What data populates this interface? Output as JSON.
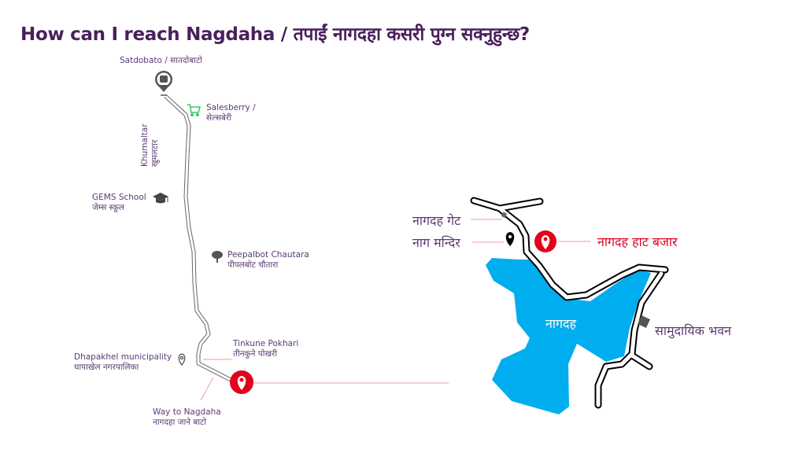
{
  "title": "How can I reach Nagdaha / तपाईं नागदहा कसरी पुग्न सक्नुहुन्छ?",
  "route_map": {
    "satdobato": "Satdobato / सातदोबाटो",
    "salesberry_en": "Salesberry /",
    "salesberry_ne": "सेल्सबेरी",
    "khumaltar_en": "Khumaltar",
    "khumaltar_ne": "खुमलटार",
    "gems_en": "GEMS School",
    "gems_ne": "जेम्स स्कूल",
    "peepalbot_en": "Peepalbot Chautara",
    "peepalbot_ne": "पीपलबोट चौतारा",
    "tinkune_en": "Tinkune Pokhari",
    "tinkune_ne": "तीनकुने पोखरी",
    "dhapakhel_en": "Dhapakhel municipality",
    "dhapakhel_ne": "धापाखेल नगरपालिका",
    "way_en": "Way to Nagdaha",
    "way_ne": "नागदहा जाने बाटो"
  },
  "detail_map": {
    "gate": "नागदह गेट",
    "temple": "नाग मन्दिर",
    "haat_bazar": "नागदह  हाट बजार",
    "lake": "नागदह",
    "community_hall": "सामुदायिक भवन"
  },
  "colors": {
    "title": "#4a1f5c",
    "label": "#5b3a73",
    "accent": "#e3001b",
    "lake": "#00aeef",
    "cart": "#3cc36b"
  }
}
